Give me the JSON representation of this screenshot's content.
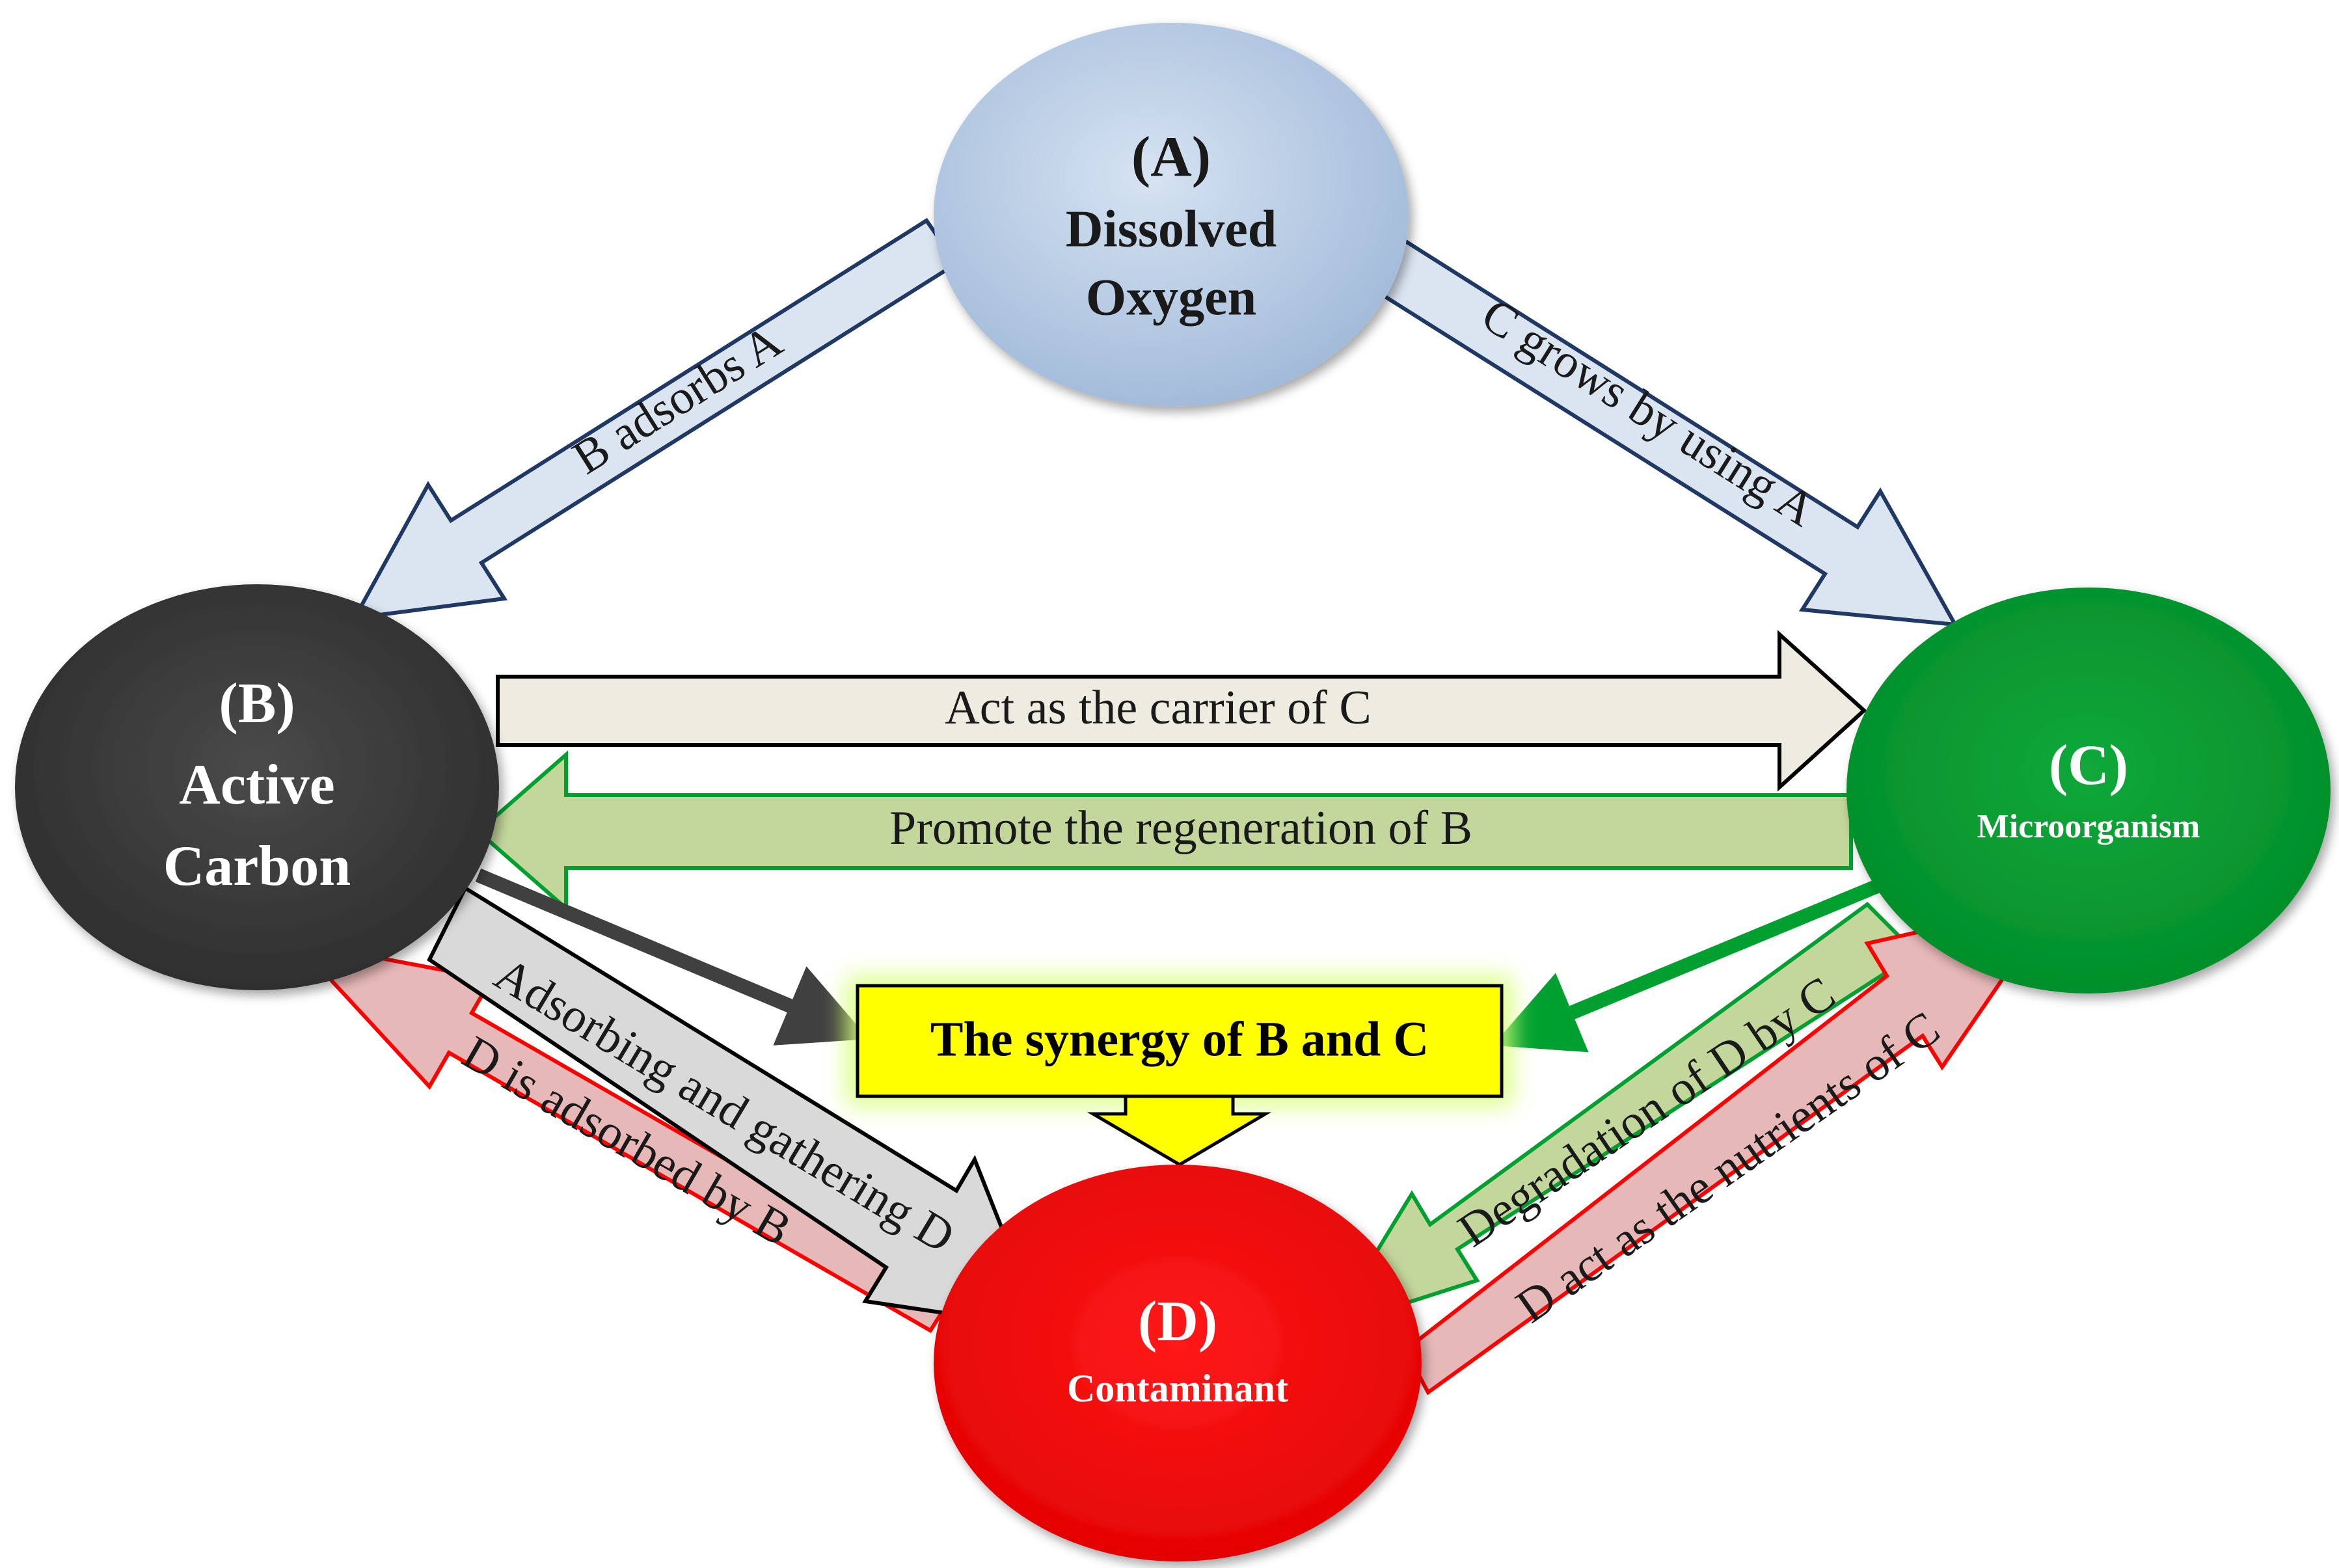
{
  "nodes": {
    "a": {
      "letter": "(A)",
      "line1": "Dissolved",
      "line2": "Oxygen"
    },
    "b": {
      "letter": "(B)",
      "line1": "Active",
      "line2": "Carbon"
    },
    "c": {
      "letter": "(C)",
      "line1": "Microorganism"
    },
    "d": {
      "letter": "(D)",
      "line1": "Contaminant"
    }
  },
  "arrows": {
    "b_adsorbs_a": "B adsorbs A",
    "c_grows_by_using_a": "C grows by using A",
    "carrier_of_c": "Act as the carrier of C",
    "regeneration_of_b": "Promote the regeneration of B",
    "adsorbing_gathering_d": "Adsorbing and gathering D",
    "d_adsorbed_by_b": "D is adsorbed by B",
    "degradation_of_d": "Degradation of D by C",
    "d_nutrients_of_c": "D act as the nutrients of C"
  },
  "synergy": {
    "label": "The synergy of B and C"
  },
  "colors": {
    "oxygen": "#b9cde5",
    "carbon": "#3a3a3a",
    "microorganism": "#00a030",
    "contaminant": "#ff0000",
    "synergy_box": "#ffff00",
    "blue_arrow": "#dbe5f1",
    "beige_arrow": "#eeece1",
    "green_arrow": "#c3d69b",
    "red_arrow": "#e6b8b7",
    "gray_arrow": "#d9d9d9"
  }
}
